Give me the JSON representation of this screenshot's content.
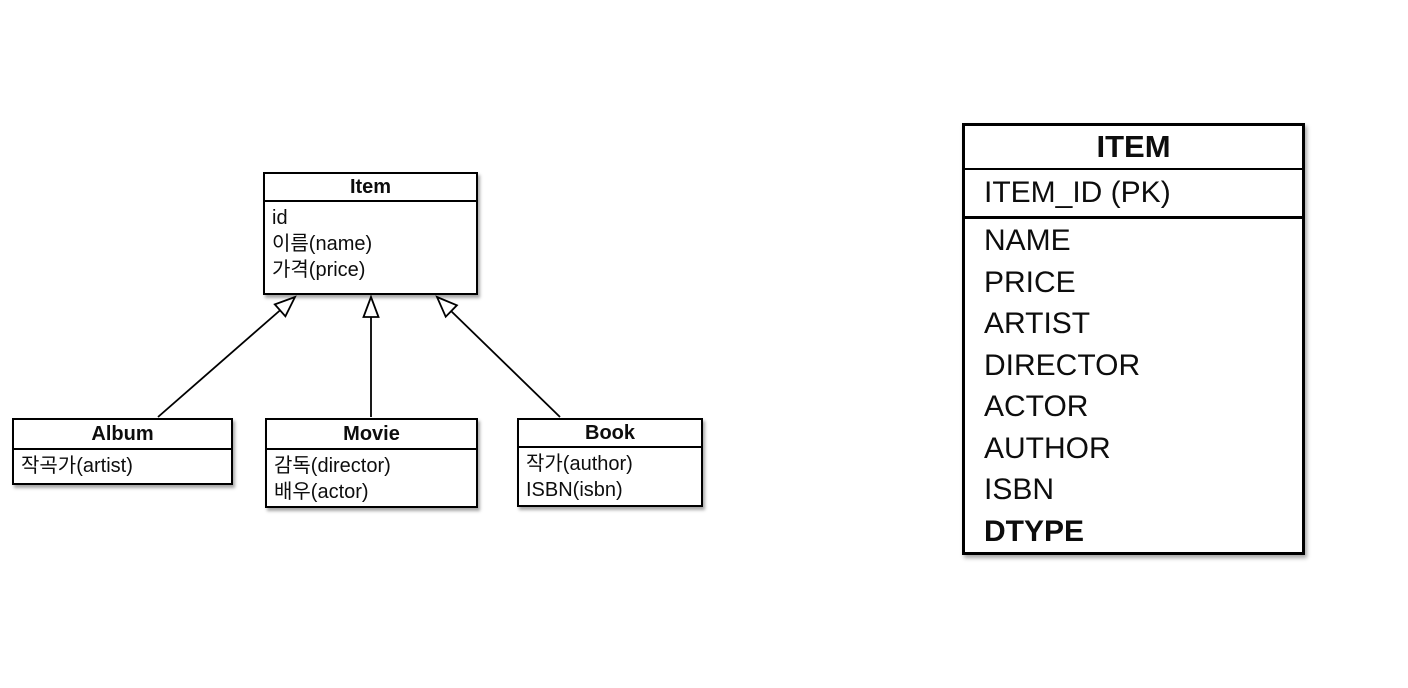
{
  "uml": {
    "item": {
      "title": "Item",
      "fields": [
        "id",
        "이름(name)",
        "가격(price)"
      ]
    },
    "album": {
      "title": "Album",
      "fields": [
        "작곡가(artist)"
      ]
    },
    "movie": {
      "title": "Movie",
      "fields": [
        "감독(director)",
        "배우(actor)"
      ]
    },
    "book": {
      "title": "Book",
      "fields": [
        "작가(author)",
        "ISBN(isbn)"
      ]
    }
  },
  "db_table": {
    "title": "ITEM",
    "primary_key": "ITEM_ID (PK)",
    "columns": [
      "NAME",
      "PRICE",
      "ARTIST",
      "DIRECTOR",
      "ACTOR",
      "AUTHOR",
      "ISBN",
      "DTYPE"
    ]
  },
  "colors": {
    "line": "#000000",
    "background": "#ffffff"
  }
}
